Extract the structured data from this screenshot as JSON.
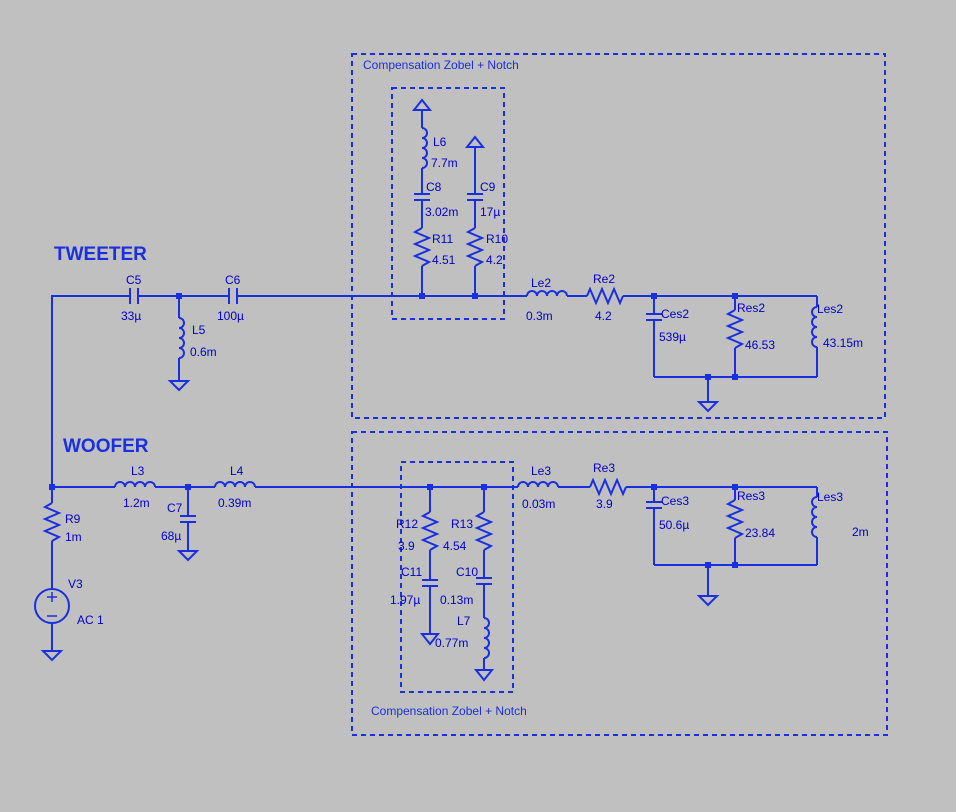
{
  "colors": {
    "background": "#c0c0c0",
    "wire": "#1a2fe0",
    "text": "#0000cc"
  },
  "sections": {
    "tweeter": "TWEETER",
    "woofer": "WOOFER"
  },
  "boxes": {
    "top_caption": "Compensation Zobel + Notch",
    "bottom_caption": "Compensation Zobel + Notch"
  },
  "components": {
    "C5": {
      "name": "C5",
      "value": "33µ"
    },
    "C6": {
      "name": "C6",
      "value": "100µ"
    },
    "L5": {
      "name": "L5",
      "value": "0.6m"
    },
    "L6": {
      "name": "L6",
      "value": "7.7m"
    },
    "C8": {
      "name": "C8",
      "value": "3.02m"
    },
    "R11": {
      "name": "R11",
      "value": "4.51"
    },
    "C9": {
      "name": "C9",
      "value": "17µ"
    },
    "R10": {
      "name": "R10",
      "value": "4.2"
    },
    "Le2": {
      "name": "Le2",
      "value": "0.3m"
    },
    "Re2": {
      "name": "Re2",
      "value": "4.2"
    },
    "Ces2": {
      "name": "Ces2",
      "value": "539µ"
    },
    "Res2": {
      "name": "Res2",
      "value": "46.53"
    },
    "Les2": {
      "name": "Les2",
      "value": "43.15m"
    },
    "L3": {
      "name": "L3",
      "value": "1.2m"
    },
    "C7": {
      "name": "C7",
      "value": "68µ"
    },
    "L4": {
      "name": "L4",
      "value": "0.39m"
    },
    "R9": {
      "name": "R9",
      "value": "1m"
    },
    "V3": {
      "name": "V3",
      "value": "AC 1"
    },
    "R12": {
      "name": "R12",
      "value": "3.9"
    },
    "C11": {
      "name": "C11",
      "value": "1.97µ"
    },
    "R13": {
      "name": "R13",
      "value": "4.54"
    },
    "C10": {
      "name": "C10",
      "value": "0.13m"
    },
    "L7": {
      "name": "L7",
      "value": "0.77m"
    },
    "Le3": {
      "name": "Le3",
      "value": "0.03m"
    },
    "Re3": {
      "name": "Re3",
      "value": "3.9"
    },
    "Ces3": {
      "name": "Ces3",
      "value": "50.6µ"
    },
    "Res3": {
      "name": "Res3",
      "value": "23.84"
    },
    "Les3": {
      "name": "Les3",
      "value": "2m"
    }
  }
}
